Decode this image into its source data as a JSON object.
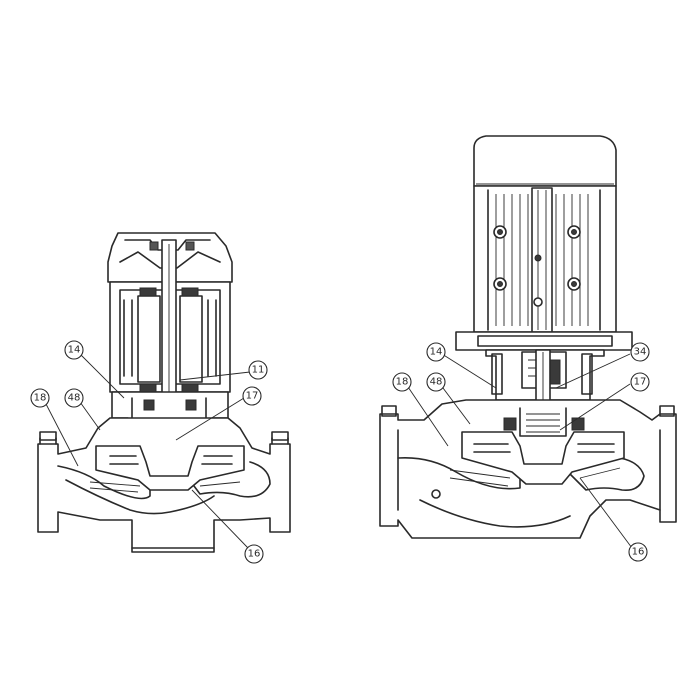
{
  "left_pump": {
    "callouts": [
      {
        "id": "14",
        "label": "14"
      },
      {
        "id": "11",
        "label": "11"
      },
      {
        "id": "18",
        "label": "18"
      },
      {
        "id": "48",
        "label": "48"
      },
      {
        "id": "17",
        "label": "17"
      },
      {
        "id": "16",
        "label": "16"
      }
    ]
  },
  "right_pump": {
    "callouts": [
      {
        "id": "14",
        "label": "14"
      },
      {
        "id": "34",
        "label": "34"
      },
      {
        "id": "18",
        "label": "18"
      },
      {
        "id": "48",
        "label": "48"
      },
      {
        "id": "17",
        "label": "17"
      },
      {
        "id": "16",
        "label": "16"
      }
    ]
  }
}
